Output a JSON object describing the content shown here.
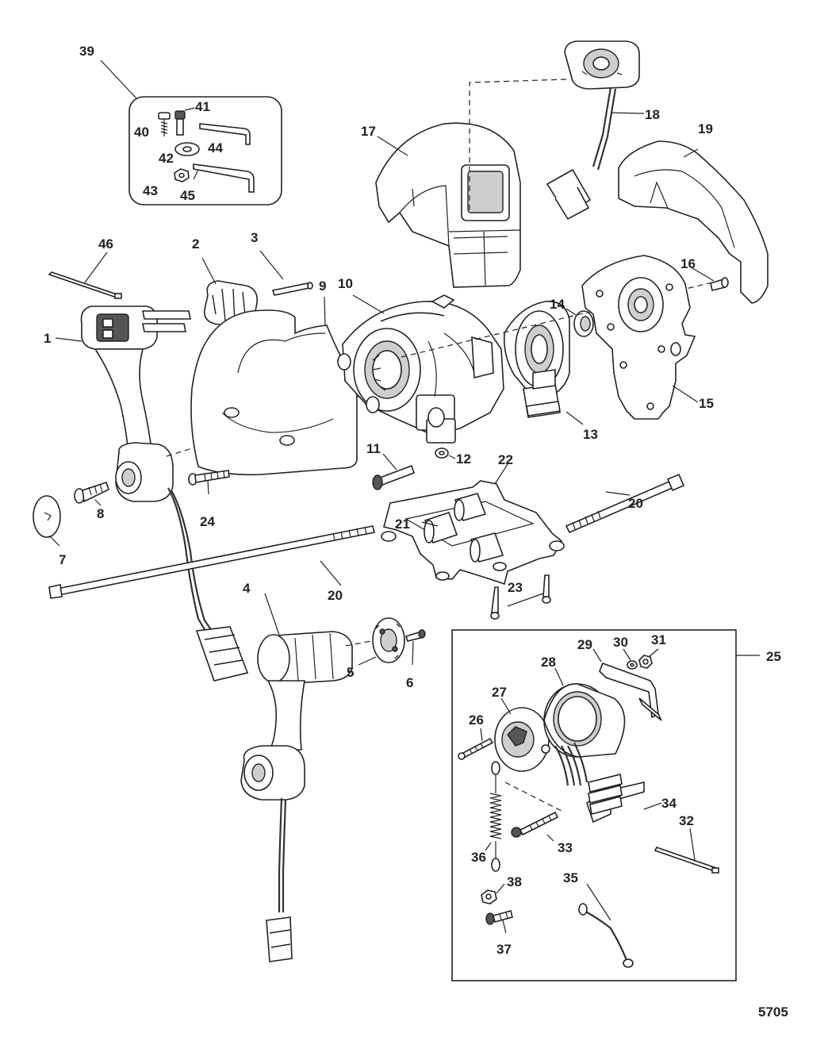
{
  "labels": {
    "l1": "1",
    "l2": "2",
    "l3": "3",
    "l4": "4",
    "l5": "5",
    "l6": "6",
    "l7": "7",
    "l8": "8",
    "l9": "9",
    "l10": "10",
    "l11": "11",
    "l12": "12",
    "l13": "13",
    "l14": "14",
    "l15": "15",
    "l16": "16",
    "l17": "17",
    "l18": "18",
    "l19": "19",
    "l20a": "20",
    "l20b": "20",
    "l21": "21",
    "l22": "22",
    "l23": "23",
    "l24": "24",
    "l25": "25",
    "l26": "26",
    "l27": "27",
    "l28": "28",
    "l29": "29",
    "l30": "30",
    "l31": "31",
    "l32": "32",
    "l33": "33",
    "l34": "34",
    "l35": "35",
    "l36": "36",
    "l37": "37",
    "l38": "38",
    "l39": "39",
    "l40": "40",
    "l41": "41",
    "l42": "42",
    "l43": "43",
    "l44": "44",
    "l45": "45",
    "l46": "46"
  },
  "figure_number": "5705"
}
